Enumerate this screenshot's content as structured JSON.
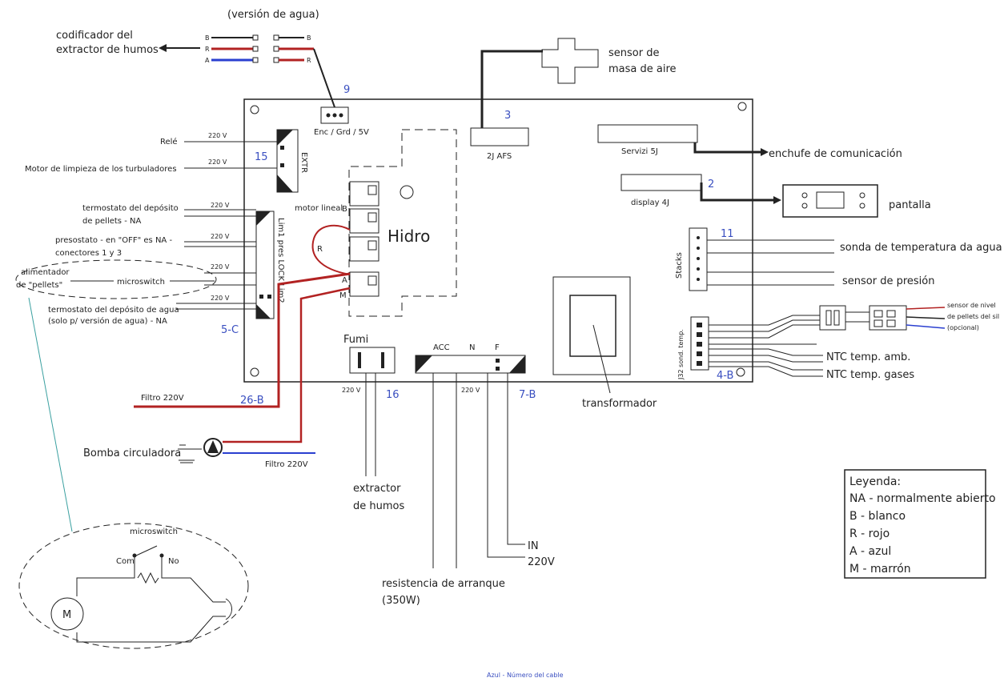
{
  "labels": {
    "version_agua": "(versión de agua)",
    "codificador_line1": "codificador del",
    "codificador_line2": "extractor de humos",
    "sensor_masa_line1": "sensor de",
    "sensor_masa_line2": "masa de aire",
    "enc_grd": "Enc / Grd / 5V",
    "j2afs": "2J AFS",
    "servizi": "Servizi 5J",
    "enchufe": "enchufe de comunicación",
    "display4j": "display 4J",
    "pantalla": "pantalla",
    "rele": "Relé",
    "motor_limpieza": "Motor de limpieza de los turbuladores",
    "termo_pellets_1": "termostato del depósito",
    "termo_pellets_2": "de pellets - NA",
    "presostato_1": "presostato - en \"OFF\" es NA -",
    "presostato_2": "conectores 1 y 3",
    "alimentador_1": "alimentador",
    "alimentador_2": "de \"pellets\"",
    "microswitch": "microswitch",
    "termo_agua_1": "termostato del depósito de agua",
    "termo_agua_2": "(solo p/ versión de agua) - NA",
    "motor_lineal": "motor lineal",
    "hidro": "Hidro",
    "ul_connector": "Lim1 pres LOCK Lim2",
    "ul_connector_2": "EXTR",
    "sonda_temp": "sonda de temperatura da agua",
    "sensor_presion": "sensor de presión",
    "stacks": "Stacks",
    "sensor_nivel_1": "sensor de nivel",
    "sensor_nivel_2": "de pellets del sil",
    "sensor_nivel_3": "(opcional)",
    "ntc_amb": "NTC temp. amb.",
    "ntc_gases": "NTC temp. gases",
    "sond_temp_conn": "J32 sond. temp.",
    "fumi": "Fumi",
    "acc": "ACC",
    "n": "N",
    "f": "F",
    "filtro_1": "Filtro 220V",
    "filtro_2": "Filtro 220V",
    "bomba": "Bomba circuladora",
    "extractor_1": "extractor",
    "extractor_2": "de humos",
    "transformador": "transformador",
    "in": "IN",
    "in_220": "220V",
    "resistencia_1": "resistencia de arranque",
    "resistencia_2": "(350W)",
    "com": "Com",
    "no": "No",
    "footer": "Azul - Número del cable",
    "motor_symbol": "M"
  },
  "voltages": {
    "v1": "220 V",
    "v2": "220 V",
    "v3": "220 V",
    "v4": "220 V",
    "v5": "220 V",
    "v6": "220 V",
    "v7": "220 V",
    "v8": "220 V"
  },
  "wire_letters": {
    "b": "B",
    "r": "R",
    "a": "A",
    "m": "M"
  },
  "cable_numbers": {
    "n9": "9",
    "n3": "3",
    "n2": "2",
    "n15": "15",
    "n11": "11",
    "n5c": "5-C",
    "n26b": "26-B",
    "n16": "16",
    "n7b": "7-B",
    "n4b": "4-B"
  },
  "legend": {
    "title": "Leyenda:",
    "items": [
      "NA - normalmente abierto",
      "B - blanco",
      "R - rojo",
      "A - azul",
      "M - marrón"
    ]
  },
  "colors": {
    "line": "#222222",
    "red": "#b22222",
    "blue": "#2a3fd0",
    "number": "#3a4fc0",
    "teal": "#3aa0a0"
  }
}
